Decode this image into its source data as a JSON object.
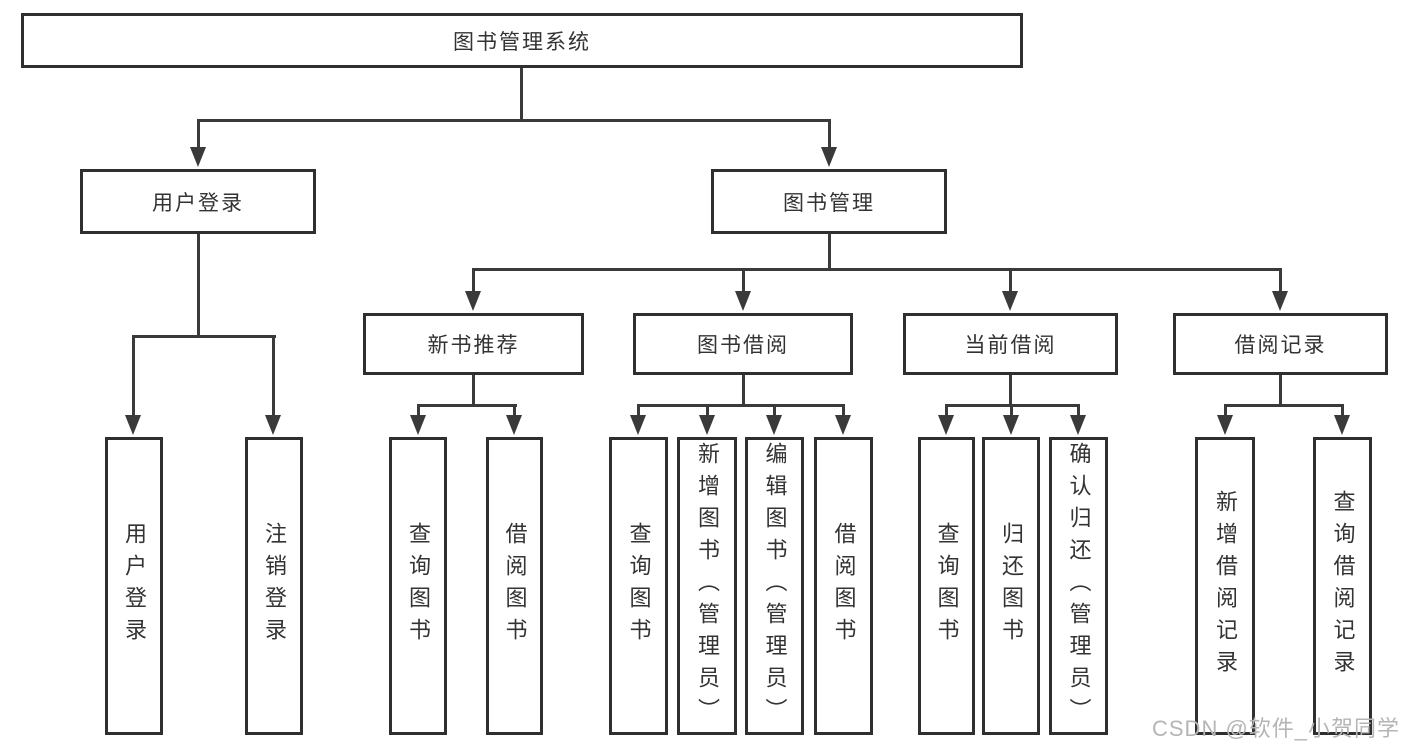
{
  "tree": {
    "root": {
      "label": "图书管理系统"
    },
    "level2": [
      {
        "label": "用户登录"
      },
      {
        "label": "图书管理"
      }
    ],
    "level3": [
      {
        "label": "新书推荐"
      },
      {
        "label": "图书借阅"
      },
      {
        "label": "当前借阅"
      },
      {
        "label": "借阅记录"
      }
    ],
    "leaves": {
      "login": [
        {
          "label": "用户登录"
        },
        {
          "label": "注销登录"
        }
      ],
      "recommend": [
        {
          "label": "查询图书"
        },
        {
          "label": "借阅图书"
        }
      ],
      "borrow": [
        {
          "label": "查询图书"
        },
        {
          "label": "新增图书（管理员）"
        },
        {
          "label": "编辑图书（管理员）"
        },
        {
          "label": "借阅图书"
        }
      ],
      "current": [
        {
          "label": "查询图书"
        },
        {
          "label": "归还图书"
        },
        {
          "label": "确认归还（管理员）"
        }
      ],
      "records": [
        {
          "label": "新增借阅记录"
        },
        {
          "label": "查询借阅记录"
        }
      ]
    }
  },
  "watermark": {
    "text": "CSDN @软件_小贺同学",
    "color": "#b5b5b5"
  },
  "colors": {
    "line": "#3a3a3a",
    "border": "#2f2f2f",
    "text": "#333333",
    "background": "#ffffff"
  }
}
